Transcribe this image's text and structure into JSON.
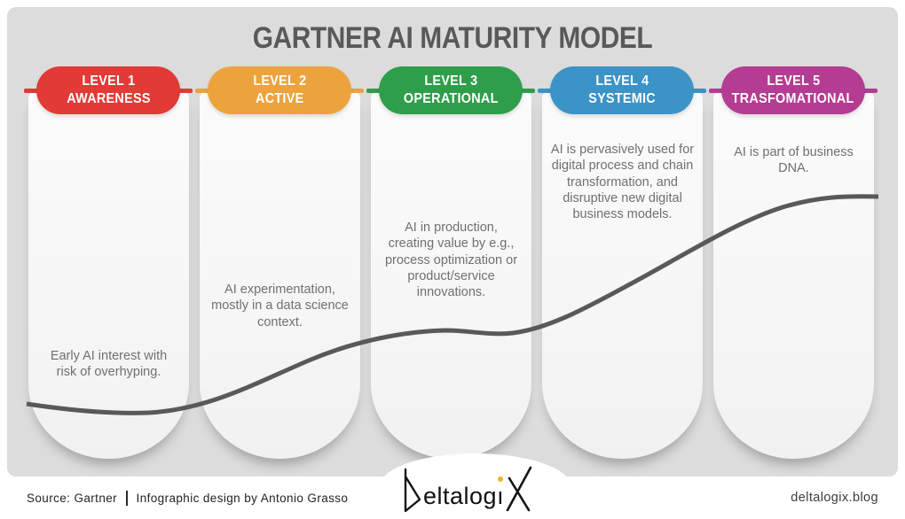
{
  "title": "GARTNER AI MATURITY MODEL",
  "curve_color": "#58595b",
  "background_color": "#dcdcdc",
  "levels": [
    {
      "level_label": "LEVEL 1",
      "name_label": "AWARENESS",
      "color": "#e23a36",
      "description": "Early AI interest with risk of overhyping."
    },
    {
      "level_label": "LEVEL 2",
      "name_label": "ACTIVE",
      "color": "#eda33d",
      "description": "AI experimentation, mostly in a data science context."
    },
    {
      "level_label": "LEVEL 3",
      "name_label": "OPERATIONAL",
      "color": "#2f9e4b",
      "description": "AI in production, creating value by e.g., process optimization or product/service innovations."
    },
    {
      "level_label": "LEVEL 4",
      "name_label": "SYSTEMIC",
      "color": "#3b93c6",
      "description": "AI is pervasively used for digital process and chain transformation, and disruptive new digital business models."
    },
    {
      "level_label": "LEVEL 5",
      "name_label": "TRASFOMATIONAL",
      "color": "#b43c92",
      "description": "AI is part of business DNA."
    }
  ],
  "footer": {
    "source_text": "Source: Gartner",
    "separator": "|",
    "credit_text": "Infographic design by Antonio Grasso",
    "site_text": "deltalogix.blog",
    "logo": {
      "full_name": "DeltalogiX",
      "mid_text": "eltalog",
      "i_dotless": "ı",
      "dot_color": "#f0b428"
    }
  }
}
